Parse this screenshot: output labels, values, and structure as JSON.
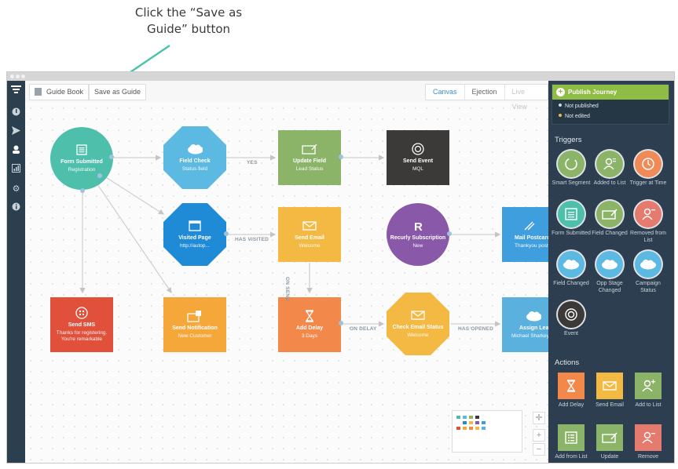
{
  "callout": {
    "line1": "Click the “Save as",
    "line2": "Guide” button"
  },
  "toolbar": {
    "guide_book": "Guide Book",
    "save_as_guide": "Save as Guide"
  },
  "view_tabs": [
    "Canvas",
    "Ejection",
    "Live View"
  ],
  "nodes": {
    "form_submitted": {
      "title": "Form Submitted",
      "sub": "Registration",
      "color": "#4dbfab"
    },
    "field_check": {
      "title": "Field Check",
      "sub": "Status field",
      "color": "#5bb9e2"
    },
    "update_field": {
      "title": "Update Field",
      "sub": "Lead Status",
      "color": "#8bb469"
    },
    "send_event": {
      "title": "Send Event",
      "sub": "MQL",
      "color": "#3b3a38"
    },
    "visited_page": {
      "title": "Visited Page",
      "sub": "http://autop...",
      "color": "#1f8ad6"
    },
    "send_email": {
      "title": "Send Email",
      "sub": "Welcome",
      "color": "#f4b942"
    },
    "recurly": {
      "title": "Recurly Subscription",
      "sub": "New",
      "color": "#8a58a8"
    },
    "mail_postcard": {
      "title": "Mail Postcard",
      "sub": "Thankyou postcard",
      "color": "#3e9ede"
    },
    "send_sms": {
      "title": "Send SMS",
      "sub": "Thanks for registering. You're remarkable",
      "color": "#e0503a"
    },
    "send_notification": {
      "title": "Send Notification",
      "sub": "New Customer",
      "color": "#f6a73a"
    },
    "add_delay": {
      "title": "Add Delay",
      "sub": "3 Days",
      "color": "#f2894a"
    },
    "check_email_status": {
      "title": "Check Email Status",
      "sub": "Welcome",
      "color": "#f4b942"
    },
    "assign_lead": {
      "title": "Assign Lead",
      "sub": "Michael Sharkey",
      "color": "#5bb1dd"
    }
  },
  "edge_labels": {
    "yes": "YES",
    "has_visited": "HAS VISITED",
    "on_send": "ON SEND",
    "on_delay": "ON DELAY",
    "has_opened": "HAS OPENED"
  },
  "panel": {
    "publish_label": "Publish Journey",
    "status": [
      "Not published",
      "Not edited"
    ],
    "triggers_title": "Triggers",
    "triggers": [
      {
        "label": "Smart Segment",
        "color": "#8bb469",
        "icon": "smart-segment-icon"
      },
      {
        "label": "Added to List",
        "color": "#8bb469",
        "icon": "added-to-list-icon"
      },
      {
        "label": "Trigger at Time",
        "color": "#f08a57",
        "icon": "clock-icon"
      },
      {
        "label": "Form Submitted",
        "color": "#4dbfab",
        "icon": "form-icon"
      },
      {
        "label": "Field Changed",
        "color": "#8bb469",
        "icon": "field-icon"
      },
      {
        "label": "Removed from List",
        "color": "#e57b6e",
        "icon": "removed-from-list-icon"
      },
      {
        "label": "Field Changed",
        "color": "#5bb9e2",
        "icon": "salesforce-cloud-icon"
      },
      {
        "label": "Opp Stage Changed",
        "color": "#5bb9e2",
        "icon": "salesforce-cloud-icon"
      },
      {
        "label": "Campaign Status",
        "color": "#5bb9e2",
        "icon": "salesforce-cloud-icon"
      },
      {
        "label": "Event",
        "color": "#3b3a38",
        "icon": "event-icon"
      }
    ],
    "actions_title": "Actions",
    "actions": [
      {
        "label": "Add Delay",
        "color": "#f2894a",
        "icon": "hourglass-icon"
      },
      {
        "label": "Send Email",
        "color": "#f4b942",
        "icon": "envelope-icon"
      },
      {
        "label": "Add to List",
        "color": "#8bb469",
        "icon": "add-to-list-icon"
      },
      {
        "label": "Add from List",
        "color": "#8bb469",
        "icon": "list-icon"
      },
      {
        "label": "Update",
        "color": "#8bb469",
        "icon": "field-icon"
      },
      {
        "label": "Remove",
        "color": "#e57b6e",
        "icon": "remove-user-icon"
      }
    ]
  }
}
